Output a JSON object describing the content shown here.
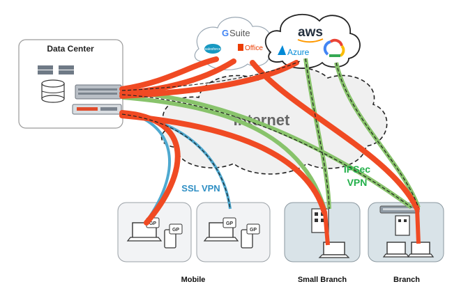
{
  "data_center": {
    "title": "Data Center"
  },
  "internet": {
    "label": "Internet"
  },
  "saas_cloud": {
    "gsuite": "Suite",
    "gsuite_g": "G",
    "salesforce": "salesforce",
    "office": "Office"
  },
  "public_cloud": {
    "aws": "aws",
    "azure": "Azure"
  },
  "tunnels": {
    "ssl_vpn": "SSL VPN",
    "ipsec_line1": "IPSec",
    "ipsec_line2": "VPN"
  },
  "sites": {
    "mobile": {
      "label": "Mobile",
      "badge": "GP"
    },
    "small_branch": {
      "label": "Small Branch"
    },
    "branch": {
      "label": "Branch"
    }
  },
  "colors": {
    "red_link": "#f04a23",
    "ssl_blue": "#4ea9d0",
    "ipsec_green": "#88c36b",
    "ipsec_text": "#23b04a",
    "ssl_text": "#2f8fc4",
    "internet_text": "#666666"
  }
}
